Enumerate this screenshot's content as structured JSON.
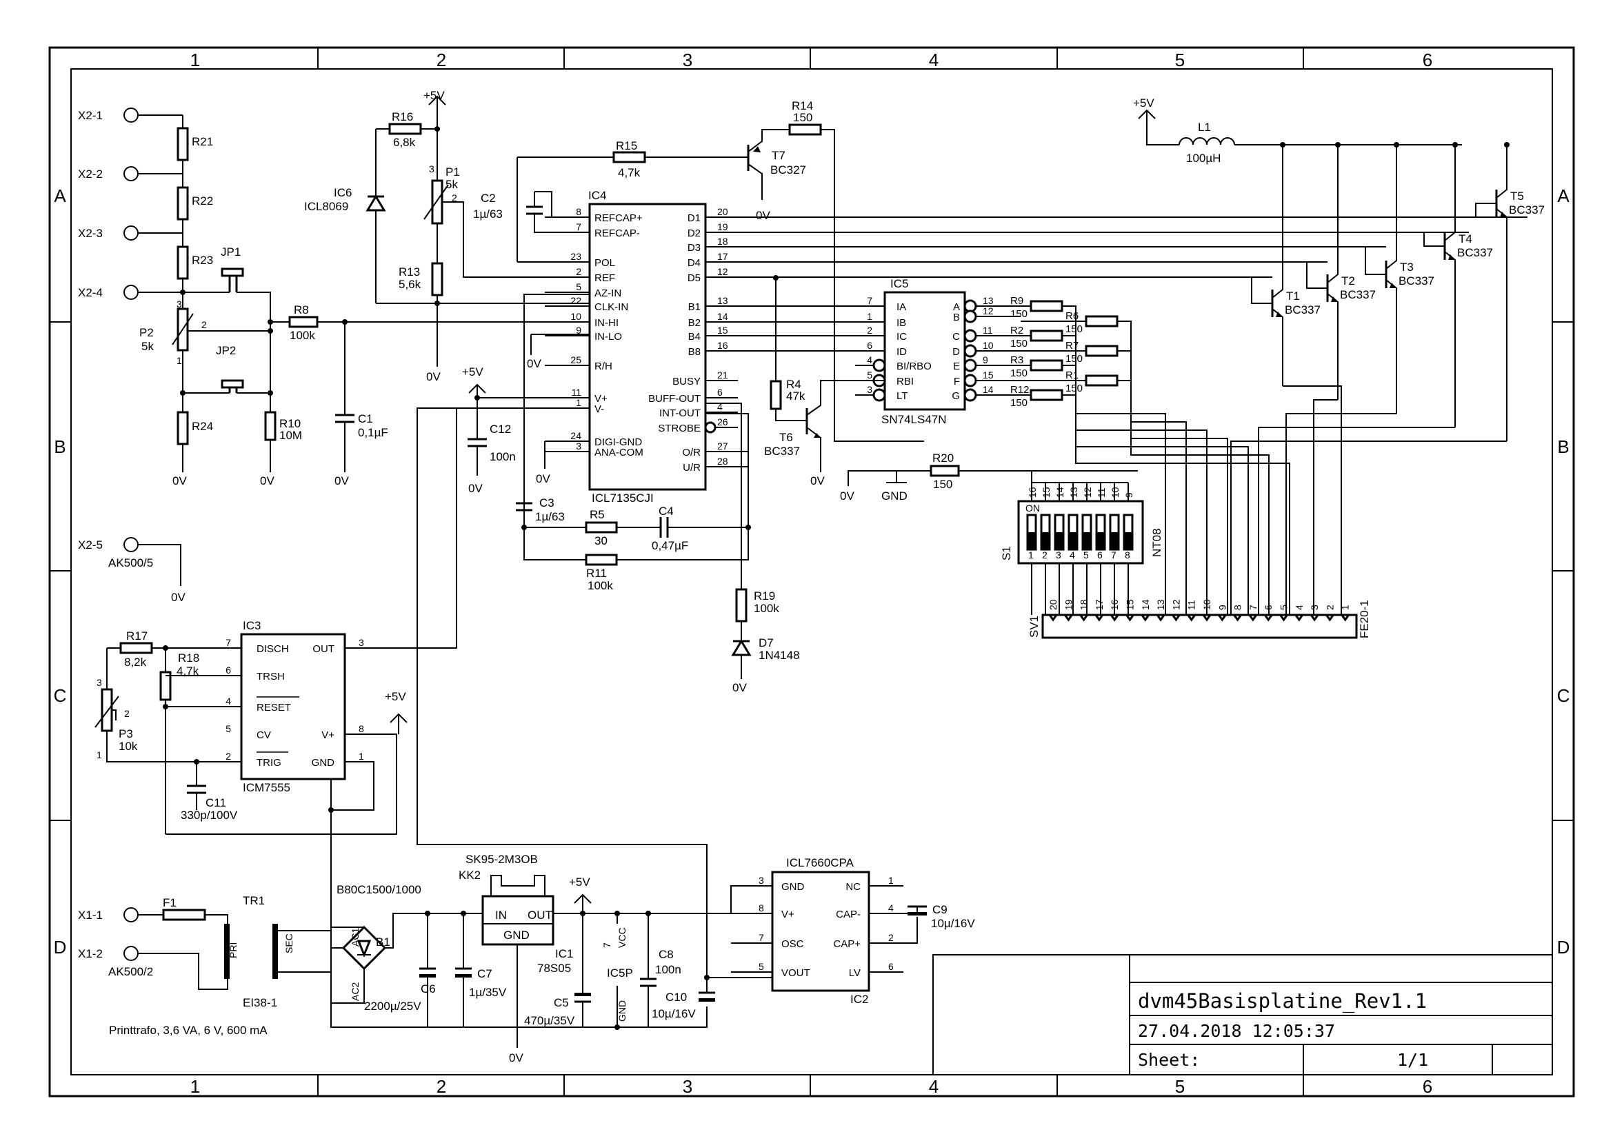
{
  "frame": {
    "columns": [
      "1",
      "2",
      "3",
      "4",
      "5",
      "6"
    ],
    "rows": [
      "A",
      "B",
      "C",
      "D"
    ]
  },
  "title_block": {
    "title": "dvm45Basisplatine_Rev1.1",
    "date": "27.04.2018 12:05:37",
    "sheet_label": "Sheet:",
    "sheet_value": "1/1"
  },
  "connectors": {
    "x2_1": "X2-1",
    "x2_2": "X2-2",
    "x2_3": "X2-3",
    "x2_4": "X2-4",
    "x2_5": "X2-5",
    "ak500_5": "AK500/5",
    "x1_1": "X1-1",
    "x1_2": "X1-2",
    "ak500_2": "AK500/2"
  },
  "power": {
    "plus5v": "+5V",
    "gnd0v": "0V",
    "gnd": "GND"
  },
  "components": {
    "r21": "R21",
    "r22": "R22",
    "r23": "R23",
    "r24": "R24",
    "jp1": "JP1",
    "jp2": "JP2",
    "p2": "P2",
    "p2_val": "5k",
    "r8": "R8",
    "r8_val": "100k",
    "r10": "R10",
    "r10_val": "10M",
    "c1": "C1",
    "c1_val": "0,1µF",
    "r16": "R16",
    "r16_val": "6,8k",
    "ic6": "IC6",
    "ic6_val": "ICL8069",
    "p1": "P1",
    "p1_val": "5k",
    "r13": "R13",
    "r13_val": "5,6k",
    "c2": "C2",
    "c2_val": "1µ/63",
    "r15": "R15",
    "r15_val": "4,7k",
    "r14": "R14",
    "r14_val": "150",
    "t7": "T7",
    "t7_val": "BC327",
    "c12": "C12",
    "c12_val": "100n",
    "c3": "C3",
    "c3_val": "1µ/63",
    "r5": "R5",
    "r5_val": "30",
    "c4": "C4",
    "c4_val": "0,47µF",
    "r11": "R11",
    "r11_val": "100k",
    "r19": "R19",
    "r19_val": "100k",
    "d7": "D7",
    "d7_val": "1N4148",
    "r4": "R4",
    "r4_val": "47k",
    "t6": "T6",
    "t6_val": "BC337",
    "r20": "R20",
    "r20_val": "150",
    "l1": "L1",
    "l1_val": "100µH",
    "t1": "T1",
    "t2": "T2",
    "t3": "T3",
    "t4": "T4",
    "t5": "T5",
    "bc337": "BC337",
    "r9": "R9",
    "r6": "R6",
    "r2": "R2",
    "r7": "R7",
    "r3": "R3",
    "r1": "R1",
    "r12": "R12",
    "seg_val": "150",
    "s1": "S1",
    "nt08": "NT08",
    "on": "ON",
    "sv1": "SV1",
    "fe20": "FE20-1",
    "r17": "R17",
    "r17_val": "8,2k",
    "r18": "R18",
    "r18_val": "4,7k",
    "p3": "P3",
    "p3_val": "10k",
    "c11": "C11",
    "c11_val": "330p/100V",
    "f1": "F1",
    "tr1": "TR1",
    "tr1_val": "EI38-1",
    "pri": "PRI",
    "sec": "SEC",
    "b1": "B1",
    "b1_val": "B80C1500/1000",
    "ac1": "AC1",
    "ac2": "AC2",
    "c6": "C6",
    "c6_val": "2200µ/25V",
    "c7": "C7",
    "c7_val": "1µ/35V",
    "kk2": "KK2",
    "kk2_val": "SK95-2M3OB",
    "ic1": "IC1",
    "ic1_val": "78S05",
    "c5": "C5",
    "c5_val": "470µ/35V",
    "ic5p": "IC5P",
    "vcc": "VCC",
    "gndp": "GND",
    "c8": "C8",
    "c8_val": "100n",
    "c10": "C10",
    "c10_val": "10µ/16V",
    "c9": "C9",
    "c9_val": "10µ/16V",
    "printtrafo": "Printtrafo, 3,6 VA, 6 V, 600 mA"
  },
  "ic4": {
    "ref": "IC4",
    "part": "ICL7135CJI",
    "left": [
      {
        "pin": "8",
        "name": "REFCAP+"
      },
      {
        "pin": "7",
        "name": "REFCAP-"
      },
      {
        "pin": "23",
        "name": "POL"
      },
      {
        "pin": "2",
        "name": "REF"
      },
      {
        "pin": "5",
        "name": "AZ-IN"
      },
      {
        "pin": "22",
        "name": "CLK-IN"
      },
      {
        "pin": "10",
        "name": "IN-HI"
      },
      {
        "pin": "9",
        "name": "IN-LO"
      },
      {
        "pin": "25",
        "name": "R/H"
      },
      {
        "pin": "11",
        "name": "V+"
      },
      {
        "pin": "1",
        "name": "V-"
      },
      {
        "pin": "24",
        "name": "DIGI-GND"
      },
      {
        "pin": "3",
        "name": "ANA-COM"
      }
    ],
    "right": [
      {
        "pin": "20",
        "name": "D1"
      },
      {
        "pin": "19",
        "name": "D2"
      },
      {
        "pin": "18",
        "name": "D3"
      },
      {
        "pin": "17",
        "name": "D4"
      },
      {
        "pin": "12",
        "name": "D5"
      },
      {
        "pin": "13",
        "name": "B1"
      },
      {
        "pin": "14",
        "name": "B2"
      },
      {
        "pin": "15",
        "name": "B4"
      },
      {
        "pin": "16",
        "name": "B8"
      },
      {
        "pin": "21",
        "name": "BUSY"
      },
      {
        "pin": "6",
        "name": "BUFF-OUT"
      },
      {
        "pin": "4",
        "name": "INT-OUT"
      },
      {
        "pin": "26",
        "name": "STROBE"
      },
      {
        "pin": "27",
        "name": "O/R"
      },
      {
        "pin": "28",
        "name": "U/R"
      }
    ]
  },
  "ic5": {
    "ref": "IC5",
    "part": "SN74LS47N",
    "left": [
      {
        "pin": "7",
        "name": "IA"
      },
      {
        "pin": "1",
        "name": "IB"
      },
      {
        "pin": "2",
        "name": "IC"
      },
      {
        "pin": "6",
        "name": "ID"
      },
      {
        "pin": "4",
        "name": "BI/RBO"
      },
      {
        "pin": "5",
        "name": "RBI"
      },
      {
        "pin": "3",
        "name": "LT"
      }
    ],
    "right": [
      {
        "pin": "13",
        "name": "A"
      },
      {
        "pin": "12",
        "name": "B"
      },
      {
        "pin": "11",
        "name": "C"
      },
      {
        "pin": "10",
        "name": "D"
      },
      {
        "pin": "9",
        "name": "E"
      },
      {
        "pin": "15",
        "name": "F"
      },
      {
        "pin": "14",
        "name": "G"
      }
    ]
  },
  "ic3": {
    "ref": "IC3",
    "part": "ICM7555",
    "left": [
      {
        "pin": "7",
        "name": "DISCH"
      },
      {
        "pin": "6",
        "name": "TRSH"
      },
      {
        "pin": "4",
        "name": "RESET"
      },
      {
        "pin": "5",
        "name": "CV"
      },
      {
        "pin": "2",
        "name": "TRIG"
      }
    ],
    "right": [
      {
        "pin": "3",
        "name": "OUT"
      },
      {
        "pin": "8",
        "name": "V+"
      },
      {
        "pin": "1",
        "name": "GND"
      }
    ]
  },
  "ic2": {
    "ref": "IC2",
    "part": "ICL7660CPA",
    "left": [
      {
        "pin": "3",
        "name": "GND"
      },
      {
        "pin": "8",
        "name": "V+"
      },
      {
        "pin": "7",
        "name": "OSC"
      },
      {
        "pin": "5",
        "name": "VOUT"
      }
    ],
    "right": [
      {
        "pin": "1",
        "name": "NC"
      },
      {
        "pin": "4",
        "name": "CAP-"
      },
      {
        "pin": "2",
        "name": "CAP+"
      },
      {
        "pin": "6",
        "name": "LV"
      }
    ]
  },
  "reg": {
    "in": "IN",
    "out": "OUT",
    "gnd": "GND"
  },
  "dip_top": [
    "16",
    "15",
    "14",
    "13",
    "12",
    "11",
    "10",
    "9"
  ],
  "dip_bottom": [
    "1",
    "2",
    "3",
    "4",
    "5",
    "6",
    "7",
    "8"
  ],
  "sv1_pins": [
    "20",
    "19",
    "18",
    "17",
    "16",
    "15",
    "14",
    "13",
    "12",
    "11",
    "10",
    "9",
    "8",
    "7",
    "6",
    "5",
    "4",
    "3",
    "2",
    "1"
  ],
  "pin_labels": {
    "p1": "1",
    "p2": "2",
    "p3": "3"
  }
}
